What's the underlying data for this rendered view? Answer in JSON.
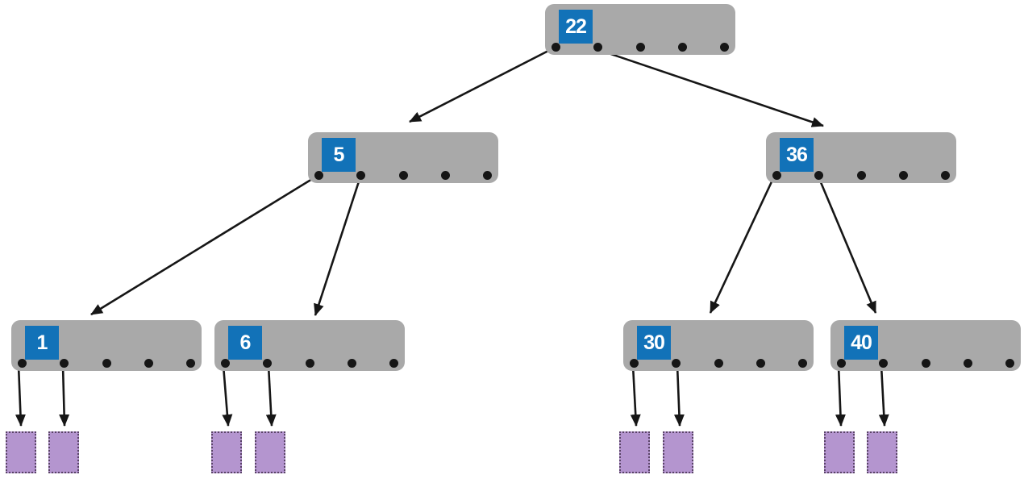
{
  "diagram": {
    "type": "b-tree-index",
    "slots_per_node": 5,
    "nodes": [
      {
        "id": "root",
        "key": "22",
        "level": 0
      },
      {
        "id": "n5",
        "key": "5",
        "level": 1
      },
      {
        "id": "n36",
        "key": "36",
        "level": 1
      },
      {
        "id": "n1",
        "key": "1",
        "level": 2
      },
      {
        "id": "n6",
        "key": "6",
        "level": 2
      },
      {
        "id": "n30",
        "key": "30",
        "level": 2
      },
      {
        "id": "n40",
        "key": "40",
        "level": 2
      }
    ],
    "edges": [
      {
        "from": "22",
        "to": "5"
      },
      {
        "from": "22",
        "to": "36"
      },
      {
        "from": "5",
        "to": "1"
      },
      {
        "from": "5",
        "to": "6"
      },
      {
        "from": "36",
        "to": "30"
      },
      {
        "from": "36",
        "to": "40"
      },
      {
        "from": "1",
        "to": "record-1"
      },
      {
        "from": "1",
        "to": "record-2"
      },
      {
        "from": "6",
        "to": "record-3"
      },
      {
        "from": "6",
        "to": "record-4"
      },
      {
        "from": "30",
        "to": "record-5"
      },
      {
        "from": "30",
        "to": "record-6"
      },
      {
        "from": "40",
        "to": "record-7"
      },
      {
        "from": "40",
        "to": "record-8"
      }
    ],
    "leaf_records": {
      "count": 8,
      "description": "dashed purple record blocks"
    },
    "colors": {
      "background": "#ffffff",
      "node_fill": "#a9a9a9",
      "key_fill": "#1272b8",
      "key_text": "#ffffff",
      "pointer_dot": "#161616",
      "arrow": "#161616",
      "leaf_fill": "#b495cf",
      "leaf_border": "#5a4467"
    }
  }
}
